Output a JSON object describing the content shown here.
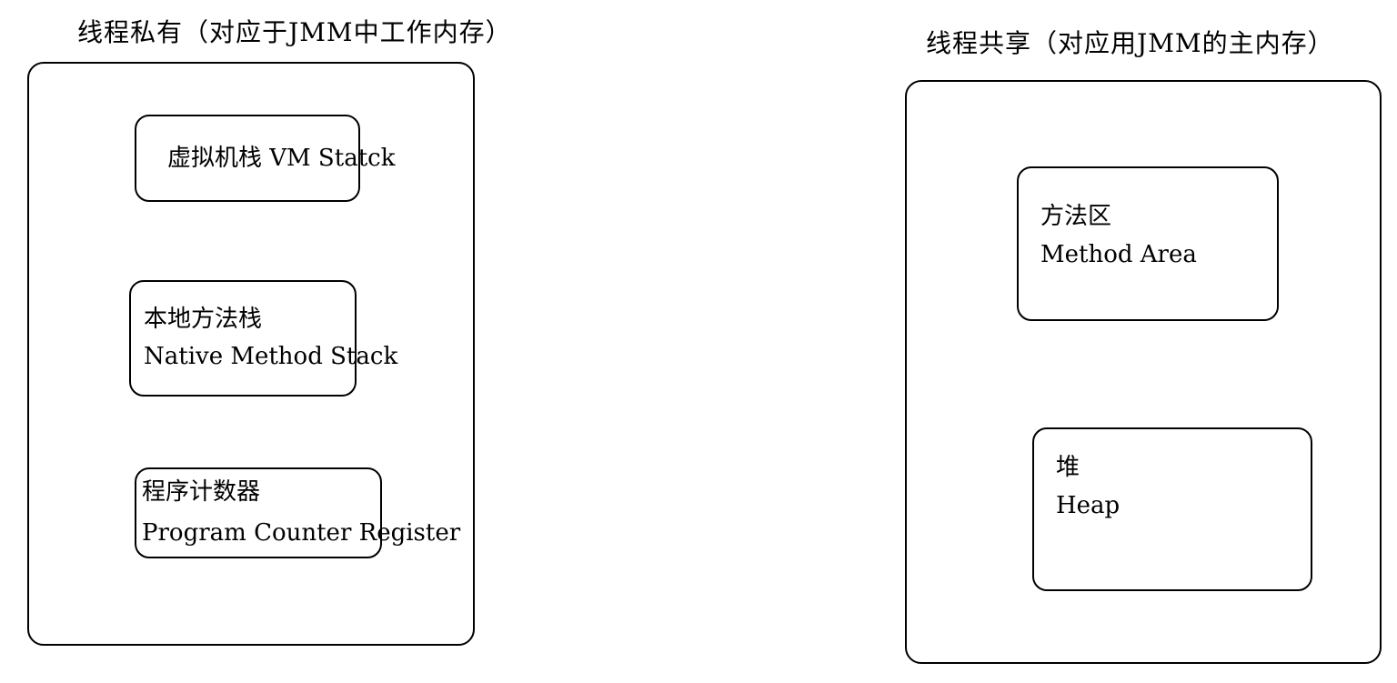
{
  "diagram": {
    "left": {
      "title": "线程私有（对应于JMM中工作内存）",
      "vm_stack": {
        "line1": "虚拟机栈 VM Statck"
      },
      "native_method_stack": {
        "line1": "本地方法栈",
        "line2": "Native Method Stack"
      },
      "program_counter": {
        "line1": "程序计数器",
        "line2": "Program Counter Register"
      }
    },
    "right": {
      "title": "线程共享（对应用JMM的主内存）",
      "method_area": {
        "line1": "方法区",
        "line2": "Method Area"
      },
      "heap": {
        "line1": "堆",
        "line2": "Heap"
      }
    }
  }
}
